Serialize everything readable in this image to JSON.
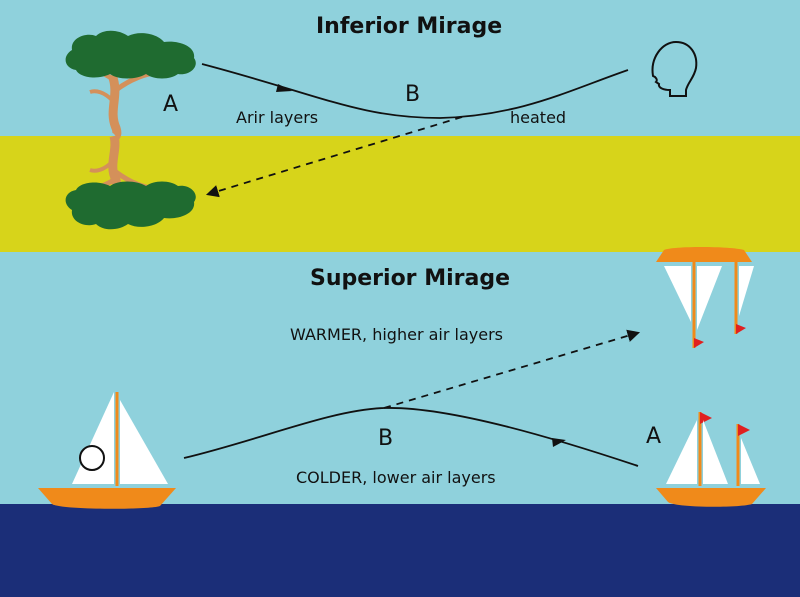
{
  "inferior": {
    "title": "Inferior Mirage",
    "label_a": "A",
    "label_b": "B",
    "air_layers": "Arir layers",
    "heated": "heated"
  },
  "superior": {
    "title": "Superior Mirage",
    "warmer": "WARMER, higher air layers",
    "colder": "COLDER, lower air layers",
    "label_a": "A",
    "label_b": "B"
  },
  "colors": {
    "sky": "#8fd1dc",
    "ground": "#d7d41a",
    "sea": "#1b2e78",
    "foliage": "#1f6b30",
    "trunk": "#d4905a",
    "hull": "#f08a1a",
    "sail": "#ffffff"
  },
  "icons": [
    "observer-head-icon",
    "tree-icon",
    "sailboat-icon"
  ]
}
